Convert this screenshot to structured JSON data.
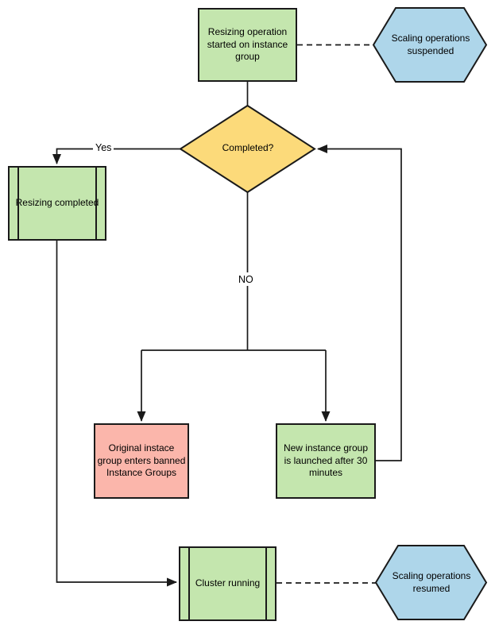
{
  "colors": {
    "background": "#ffffff",
    "green": "#c4e6ae",
    "yellow": "#fcda7a",
    "blue": "#aed6ea",
    "pink": "#fbb6ab",
    "stroke": "#1a1a1a"
  },
  "nodes": {
    "start": {
      "label": "Resizing operation started on instance group",
      "type": "process"
    },
    "suspended": {
      "label": "Scaling operations suspended",
      "type": "hexagon"
    },
    "completed": {
      "label": "Completed?",
      "type": "decision"
    },
    "resizing_completed": {
      "label": "Resizing completed",
      "type": "predefined-process"
    },
    "banned": {
      "label": "Original instace group enters banned Instance Groups",
      "type": "process"
    },
    "new_group": {
      "label": "New instance group is launched after 30 minutes",
      "type": "process"
    },
    "cluster_running": {
      "label": "Cluster running",
      "type": "predefined-process"
    },
    "resumed": {
      "label": "Scaling operations resumed",
      "type": "hexagon"
    }
  },
  "edge_labels": {
    "yes": "Yes",
    "no": "NO"
  }
}
